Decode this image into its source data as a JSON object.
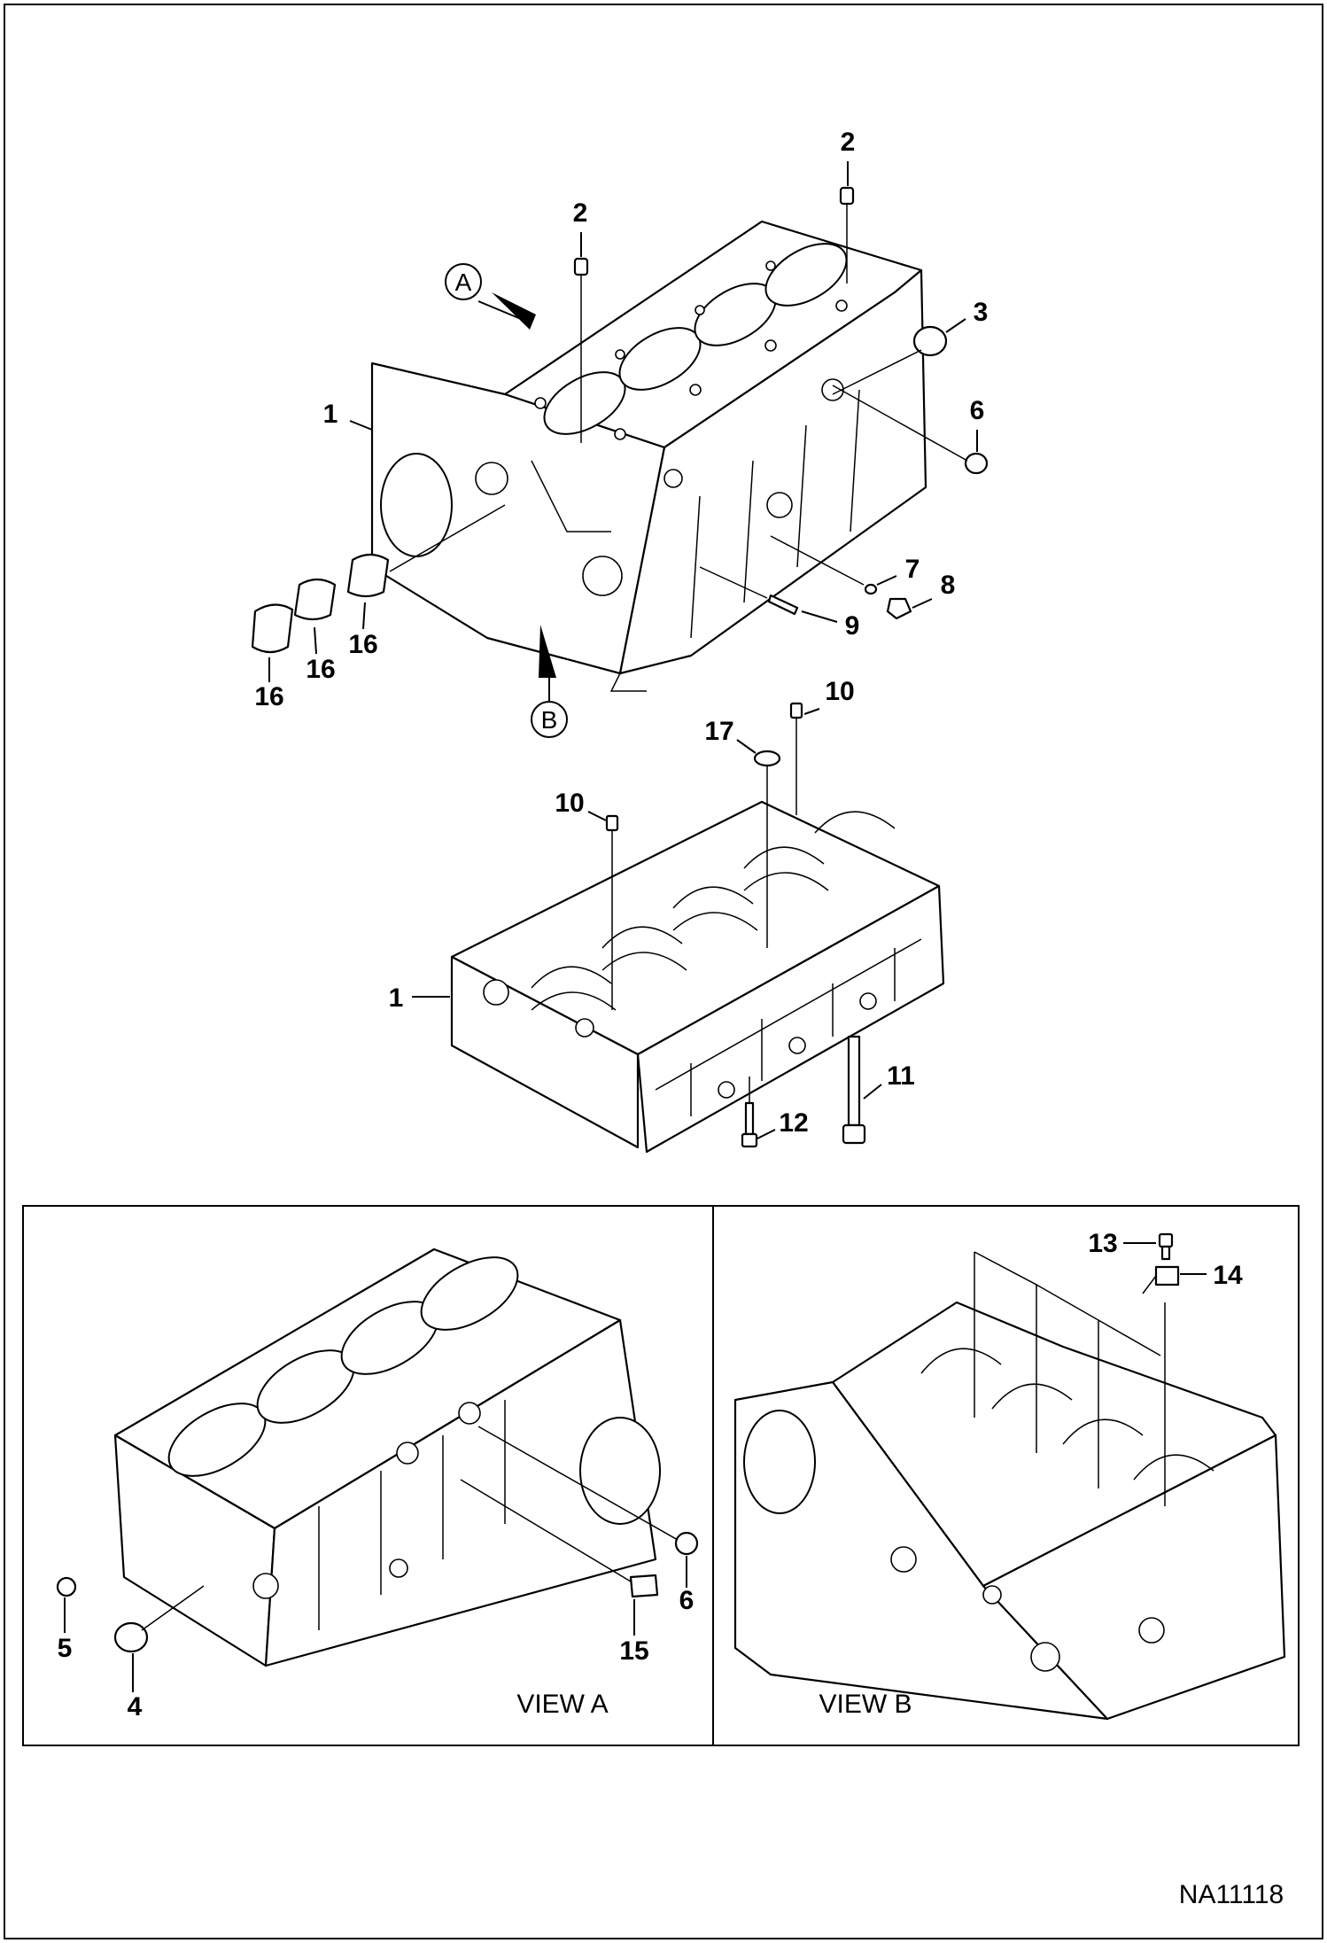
{
  "drawing_id": "NA11118",
  "view_a_label": "VIEW A",
  "view_b_label": "VIEW B",
  "view_markers": {
    "a": "A",
    "b": "B"
  },
  "callouts": {
    "c1_top": "1",
    "c2_left": "2",
    "c2_right": "2",
    "c3": "3",
    "c6_top": "6",
    "c7": "7",
    "c8": "8",
    "c9": "9",
    "c16_a": "16",
    "c16_b": "16",
    "c16_c": "16",
    "c17": "17",
    "c10_right": "10",
    "c10_left": "10",
    "c1_mid": "1",
    "c11": "11",
    "c12": "12",
    "c5": "5",
    "c4": "4",
    "c6_viewa": "6",
    "c15": "15",
    "c13": "13",
    "c14": "14"
  }
}
